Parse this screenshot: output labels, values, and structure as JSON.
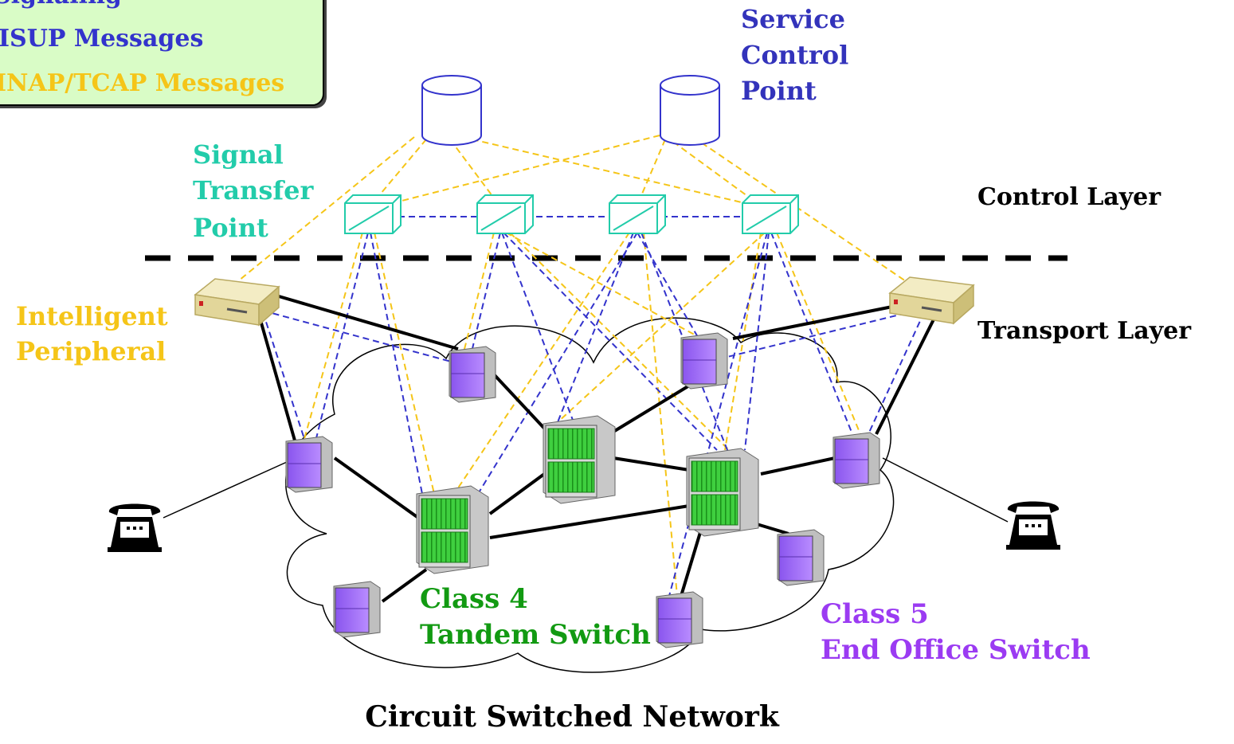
{
  "legend": {
    "title": "Signaling",
    "isup": "ISUP Messages",
    "inap": "INAP/TCAP Messages"
  },
  "labels": {
    "scp": [
      "Service",
      "Control",
      "Point"
    ],
    "stp": [
      "Signal",
      "Transfer",
      "Point"
    ],
    "ip": [
      "Intelligent",
      "Peripheral"
    ],
    "control_layer": "Control Layer",
    "transport_layer": "Transport Layer",
    "class4": [
      "Class 4",
      "Tandem Switch"
    ],
    "class5": [
      "Class 5",
      "End Office Switch"
    ],
    "title": "Circuit Switched Network"
  },
  "colors": {
    "isup": "#3333cc",
    "inap": "#f5c518",
    "stp": "#22ccaa",
    "class4_text": "#129a12",
    "class5_text": "#9b3bf2",
    "scp_text": "#3333bb",
    "tandem_green": "#33cc33",
    "end_office_purple": "#9966ff",
    "peripheral_beige": "#e8dfa8"
  },
  "icons": {
    "scp": "database-cylinder-icon",
    "stp": "signal-transfer-box-icon",
    "ip": "intelligent-peripheral-device-icon",
    "class4": "tandem-switch-cabinet-icon",
    "class5": "end-office-switch-icon",
    "phone": "telephone-icon"
  }
}
